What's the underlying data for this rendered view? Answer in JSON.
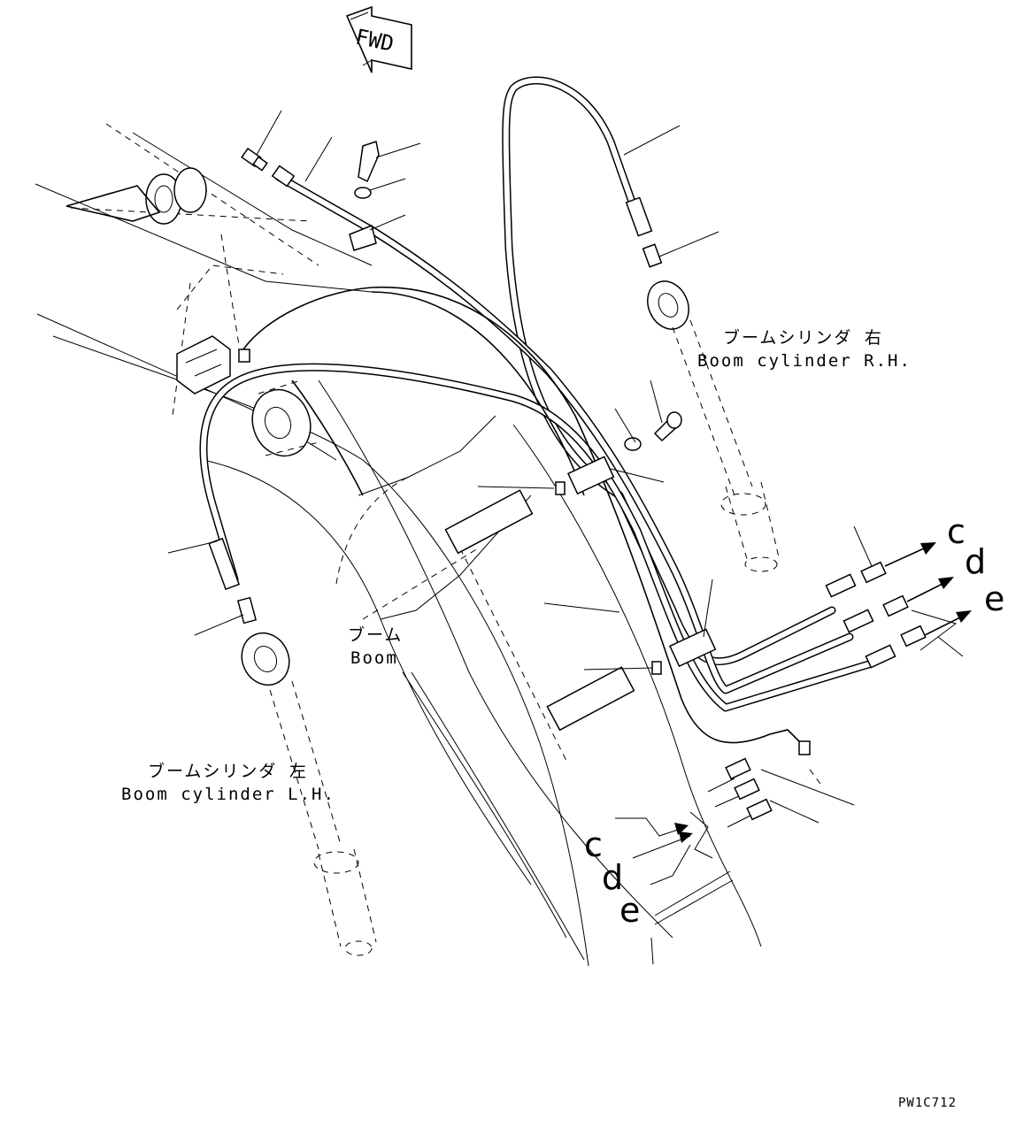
{
  "fwd_label": "FWD",
  "boom_label_jp": "ブーム",
  "boom_label_en": "Boom",
  "boom_cyl_rh_jp": "ブームシリンダ 右",
  "boom_cyl_rh_en": "Boom cylinder R.H.",
  "boom_cyl_lh_jp": "ブームシリンダ 左",
  "boom_cyl_lh_en": "Boom cylinder L.H.",
  "conn_right": {
    "c": "c",
    "d": "d",
    "e": "e"
  },
  "conn_left": {
    "c": "c",
    "d": "d",
    "e": "e"
  },
  "drawing_code": "PW1C712"
}
